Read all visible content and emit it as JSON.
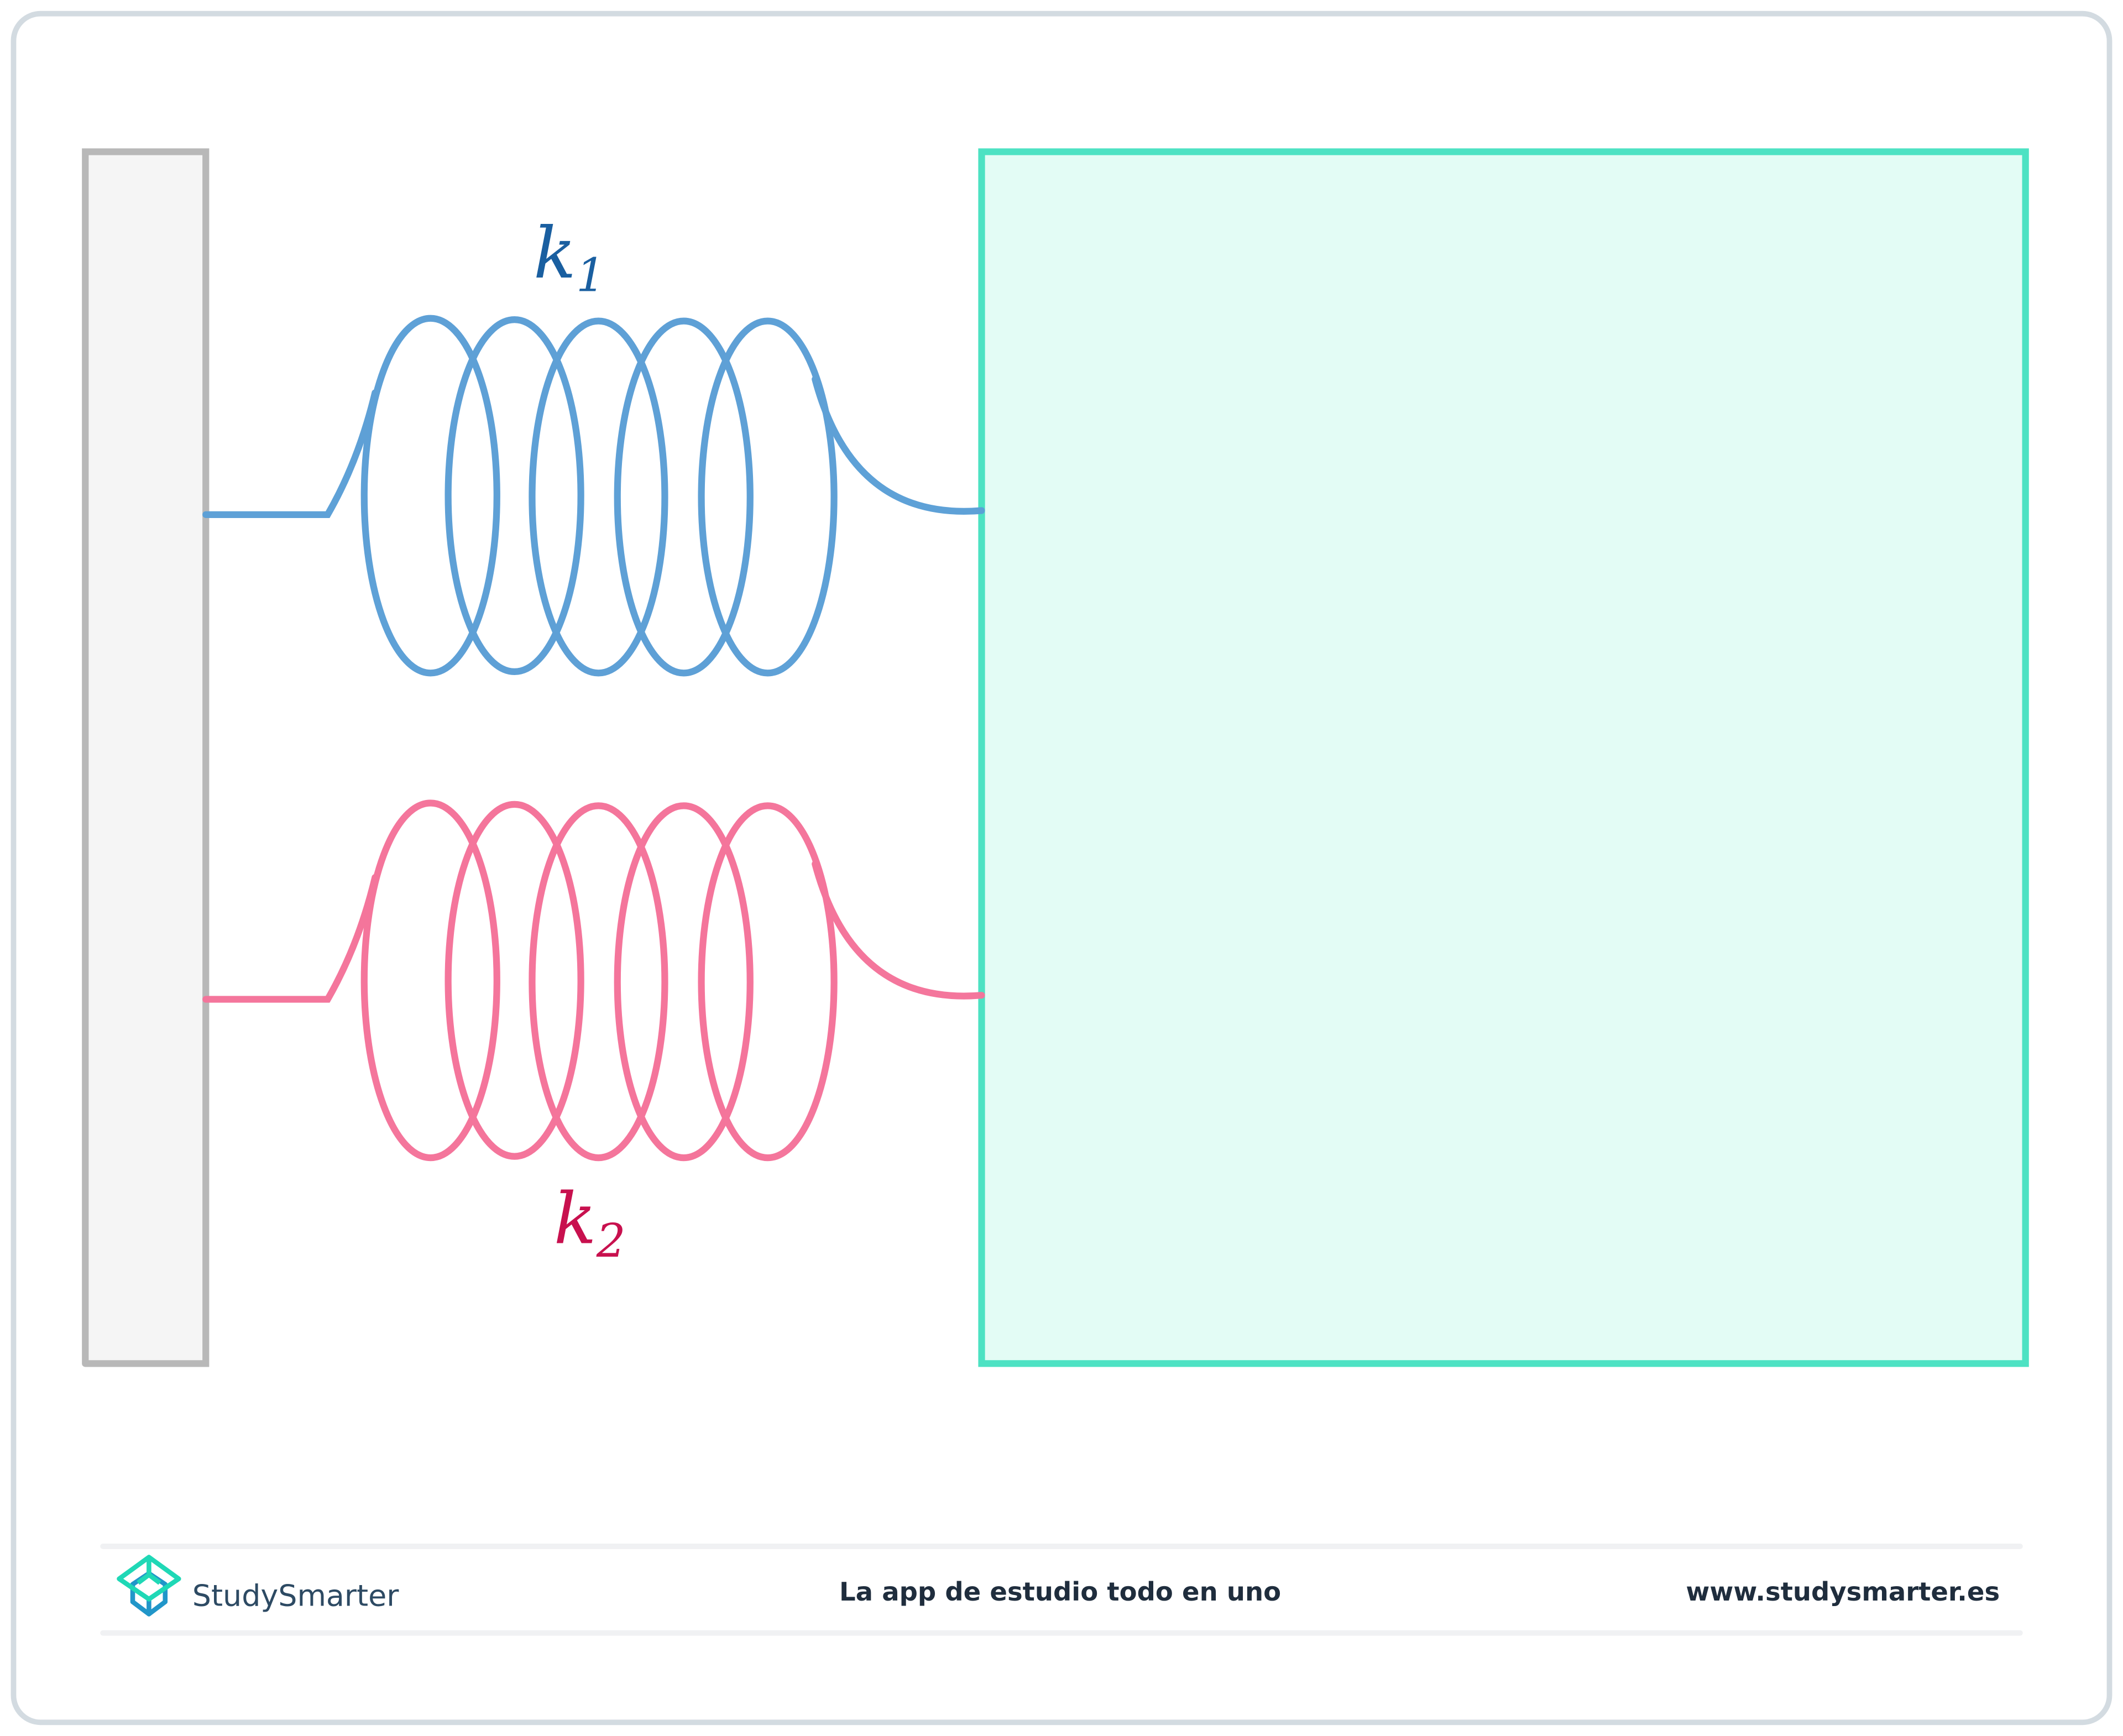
{
  "diagram": {
    "springs": [
      {
        "label": "k",
        "subscript": "1",
        "color": "#5b9fd6",
        "label_color": "#1a5fa0",
        "coils": 5
      },
      {
        "label": "k",
        "subscript": "2",
        "color": "#f4739a",
        "label_color": "#c8104e",
        "coils": 5
      }
    ],
    "wall": {
      "fill": "#f5f5f5",
      "stroke": "#b8b8b8"
    },
    "mass": {
      "fill": "#e3fcf5",
      "stroke": "#4de2c3"
    },
    "arrangement": "parallel"
  },
  "footer": {
    "brand": "StudySmarter",
    "tagline": "La app de estudio todo en uno",
    "url": "www.studysmarter.es"
  }
}
